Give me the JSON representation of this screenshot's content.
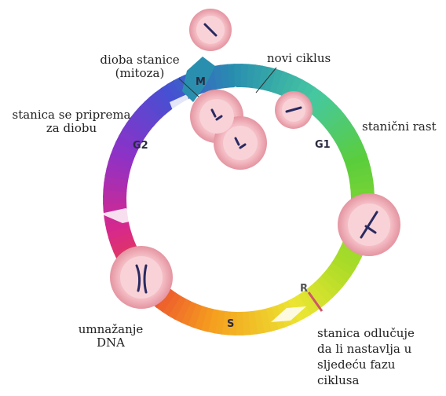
{
  "phases": {
    "m": "M",
    "g1": "G1",
    "s": "S",
    "g2": "G2",
    "r": "R"
  },
  "labels": {
    "division": [
      "dioba stanice",
      "(mitoza)"
    ],
    "new_cycle": "novi ciklus",
    "prepare": [
      "stanica se priprema",
      "za diobu"
    ],
    "growth": "stanični rast",
    "dna": [
      "umnažanje",
      "DNA"
    ],
    "decision": [
      "stanica odlučuje",
      "da li nastavlja u",
      "sljedeću fazu",
      "ciklusa"
    ]
  },
  "colors": {
    "m": "#2a8fae",
    "g1": "#56c83a",
    "s": "#f08a20",
    "g2": "#6a3fd0",
    "cell_outer": "#f2b6be",
    "cell_inner": "#f7c9cf",
    "chromosome": "#2a2a60"
  }
}
